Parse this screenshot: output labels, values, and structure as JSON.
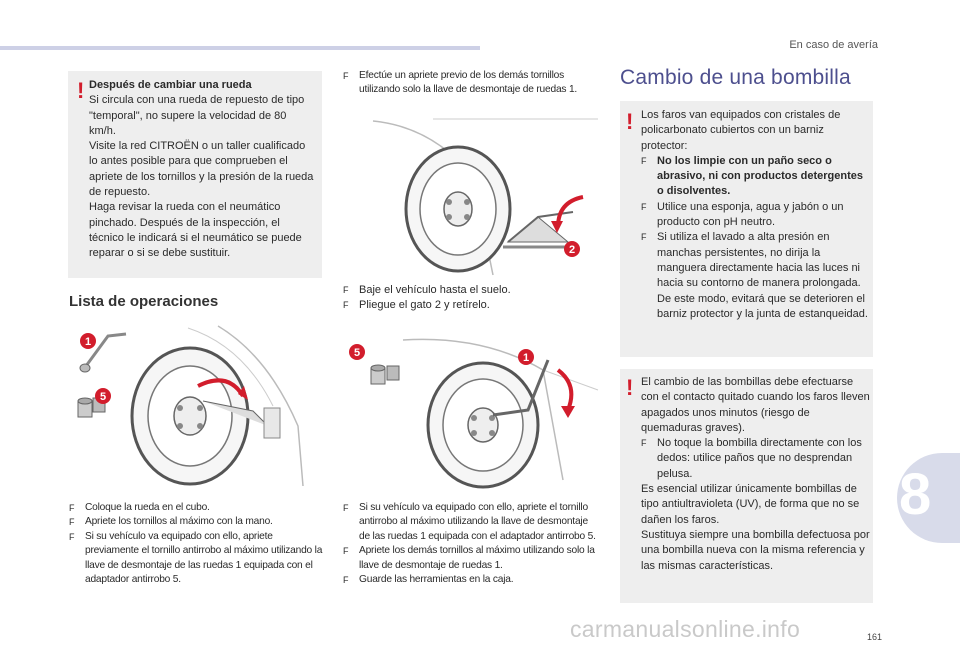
{
  "header": {
    "section_title": "En caso de avería"
  },
  "note_box_left": {
    "title": "Después de cambiar una rueda",
    "body": "Si circula con una rueda de repuesto de tipo \"temporal\", no supere la velocidad de 80 km/h.\nVisite la red CITROËN o un taller cualificado lo antes posible para que comprueben el apriete de los tornillos y la presión de la rueda de repuesto.\nHaga revisar la rueda con el neumático pinchado. Después de la inspección, el técnico le indicará si el neumático se puede reparar o si se debe sustituir."
  },
  "operations": {
    "heading": "Lista de operaciones",
    "steps_left": [
      "Coloque la rueda en el cubo.",
      "Apriete los tornillos al máximo con la mano.",
      "Si su vehículo va equipado con ello, apriete previamente el tornillo antirrobo al máximo utilizando la llave de desmontaje de las ruedas 1 equipada con el adaptador antirrobo 5."
    ],
    "step_top_mid": "Efectúe un apriete previo de los demás tornillos utilizando solo la llave de desmontaje de ruedas 1.",
    "steps_mid": [
      "Baje el vehículo hasta el suelo.",
      "Pliegue el gato 2 y retírelo."
    ],
    "steps_mid_bottom": [
      "Si su vehículo va equipado con ello, apriete el tornillo antirrobo al máximo utilizando la llave de desmontaje de las ruedas 1 equipada con el adaptador antirrobo 5.",
      "Apriete los demás tornillos al máximo utilizando solo la llave de desmontaje de ruedas 1.",
      "Guarde las herramientas en la caja."
    ]
  },
  "bulb": {
    "title": "Cambio de una bombilla",
    "box1": {
      "intro": "Los faros van equipados con cristales de policarbonato cubiertos con un barniz protector:",
      "items": [
        "No los limpie con un paño seco o abrasivo, ni con productos detergentes o disolventes.",
        "Utilice una esponja, agua y jabón o un producto con pH neutro.",
        "Si utiliza el lavado a alta presión en manchas persistentes, no dirija la manguera directamente hacia las luces ni hacia su contorno de manera prolongada. De este modo, evitará que se deterioren el barniz protector y la junta de estanqueidad."
      ]
    },
    "box2": {
      "intro": "El cambio de las bombillas debe efectuarse con el contacto quitado cuando los faros lleven apagados unos minutos (riesgo de quemaduras graves).",
      "item": "No toque la bombilla directamente con los dedos: utilice paños que no desprendan pelusa.",
      "outro": "Es esencial utilizar únicamente bombillas de tipo antiultravioleta (UV), de forma que no se dañen los faros.\nSustituya siempre una bombilla defectuosa por una bombilla nueva con la misma referencia y las mismas características."
    }
  },
  "labels": {
    "one": "1",
    "two": "2",
    "five": "5"
  },
  "icons": {
    "warning": "!",
    "bullet": "F"
  },
  "chapter_number": "8",
  "page_number": "161",
  "watermark": "carmanualsonline.info"
}
